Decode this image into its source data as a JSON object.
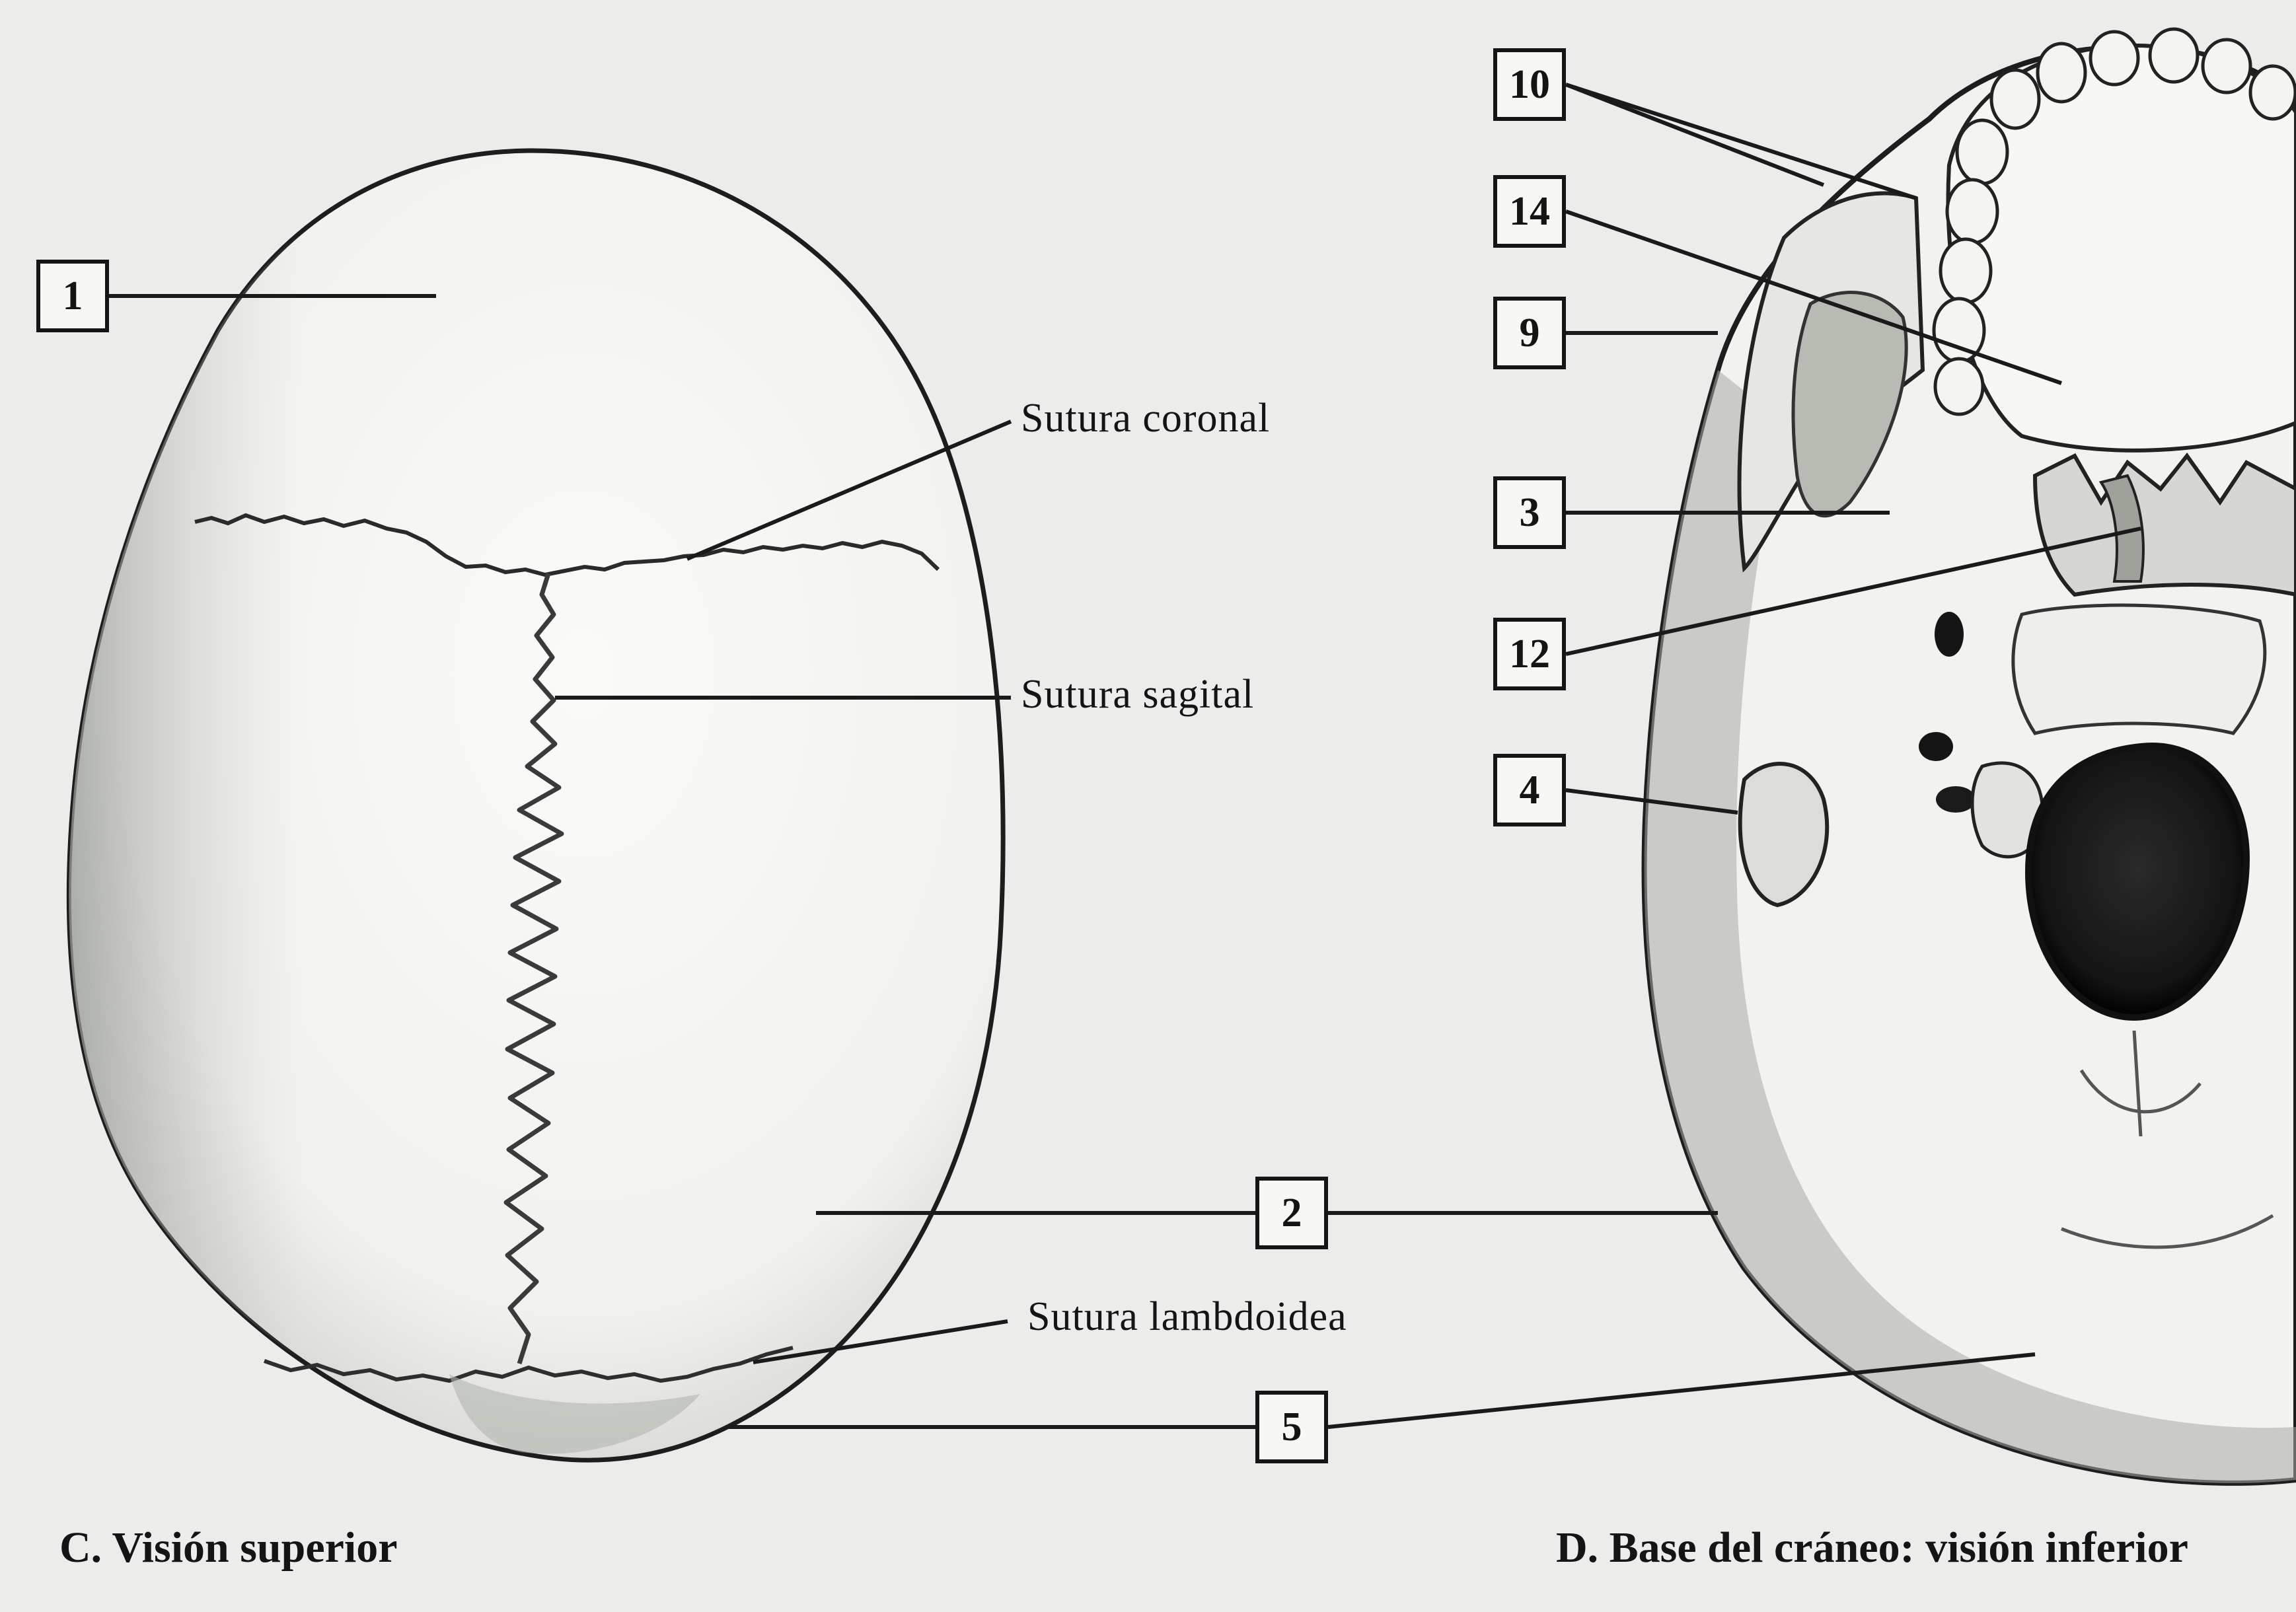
{
  "panels": {
    "superior": {
      "caption": "C. Visión superior"
    },
    "inferior": {
      "caption": "D. Base del cráneo: visión inferior"
    }
  },
  "sutures": {
    "coronal": "Sutura coronal",
    "sagittal": "Sutura sagital",
    "lambdoid": "Sutura lambdoidea"
  },
  "callouts": {
    "c1": "1",
    "c2": "2",
    "c3": "3",
    "c4": "4",
    "c5": "5",
    "c9": "9",
    "c10": "10",
    "c12": "12",
    "c14": "14"
  }
}
